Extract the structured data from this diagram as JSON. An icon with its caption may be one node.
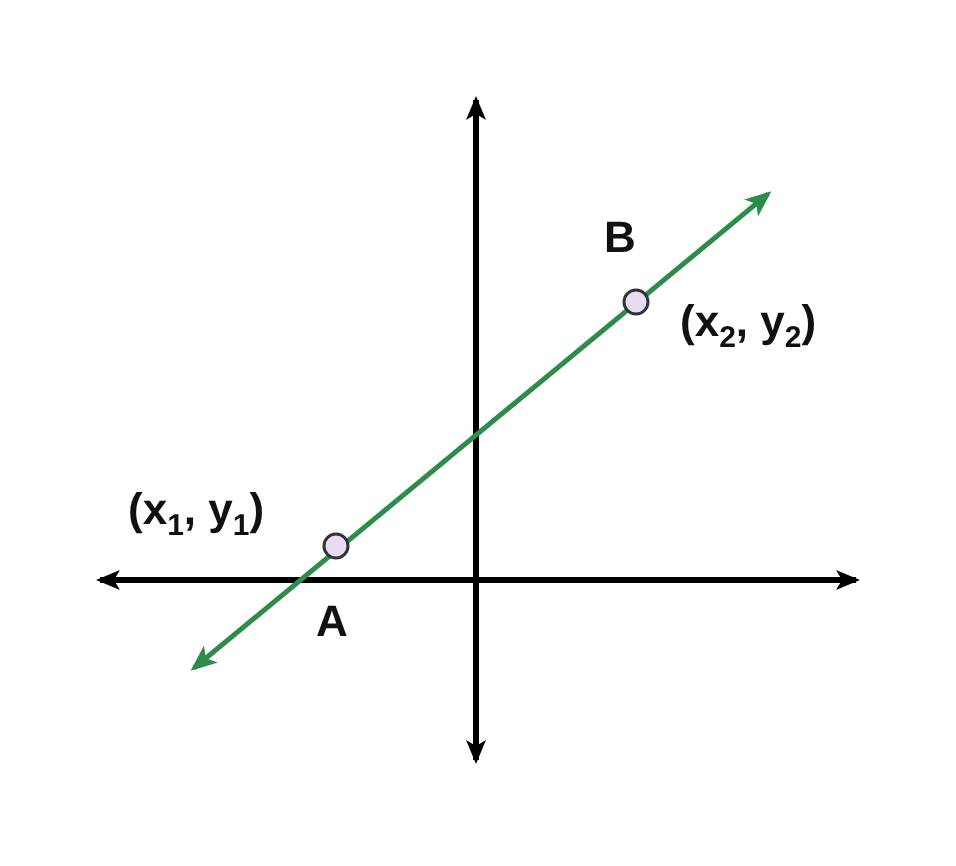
{
  "diagram": {
    "labels": [
      "B",
      "(x$_{2}$, y$_{2}$)",
      "(x$_{1}$, y$_{1}$)",
      "A"
    ]
  }
}
